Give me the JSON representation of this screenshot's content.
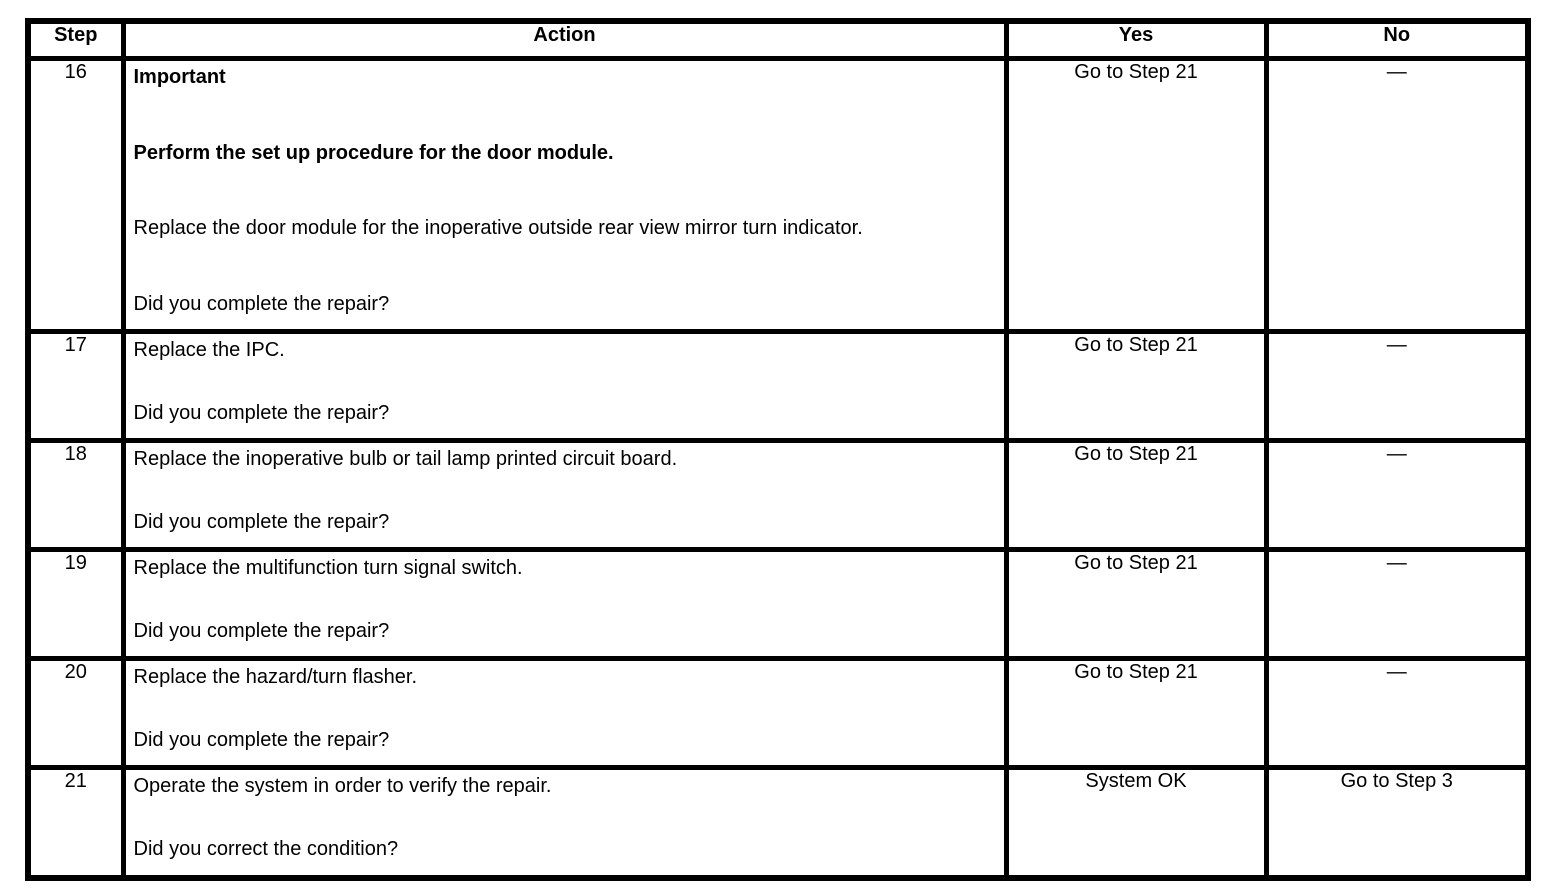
{
  "table": {
    "headers": {
      "step": "Step",
      "action": "Action",
      "yes": "Yes",
      "no": "No"
    },
    "rows": [
      {
        "step": "16",
        "important_label": "Important",
        "bold_instruction": "Perform the set up procedure for the door module.",
        "action": "Replace the door module for the inoperative outside rear view mirror turn indicator.",
        "question": "Did you complete the repair?",
        "yes": "Go to Step 21",
        "no": "—"
      },
      {
        "step": "17",
        "action": "Replace the IPC.",
        "question": "Did you complete the repair?",
        "yes": "Go to Step 21",
        "no": "—"
      },
      {
        "step": "18",
        "action": "Replace the inoperative bulb or tail lamp printed circuit board.",
        "question": "Did you complete the repair?",
        "yes": "Go to Step 21",
        "no": "—"
      },
      {
        "step": "19",
        "action": "Replace the multifunction turn signal switch.",
        "question": "Did you complete the repair?",
        "yes": "Go to Step 21",
        "no": "—"
      },
      {
        "step": "20",
        "action": "Replace the hazard/turn flasher.",
        "question": "Did you complete the repair?",
        "yes": "Go to Step 21",
        "no": "—"
      },
      {
        "step": "21",
        "action": "Operate the system in order to verify the repair.",
        "question": "Did you correct the condition?",
        "yes": "System OK",
        "no": "Go to Step 3"
      }
    ]
  }
}
